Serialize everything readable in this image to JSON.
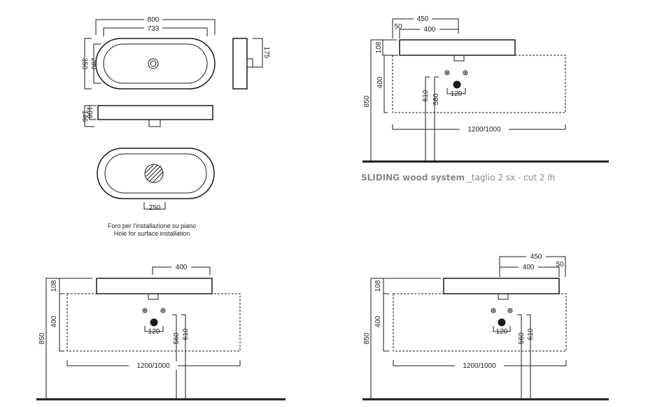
{
  "colors": {
    "ink": "#1a1a1a",
    "caption": "#888888"
  },
  "top_view": {
    "overall_length": "800",
    "inner_length": "733",
    "overall_depth": "350",
    "inner_depth": "280"
  },
  "side_view": {
    "height": "175"
  },
  "front_view": {
    "total_height": "146",
    "body_height": "108"
  },
  "hole_view": {
    "hole_width": "250",
    "note_line1": "Foro per l'installazione su piano",
    "note_line2": "Hole for surface installation"
  },
  "config_right": {
    "top_total": "450",
    "offset": "50",
    "top_width": "400",
    "top_height": "108",
    "cabinet_height": "400",
    "floor_height": "850",
    "pipe1": "610",
    "pipe2": "560",
    "pipe_spacing": "120",
    "cabinet_width": "1200/1000"
  },
  "caption": {
    "bold": "SLIDING wood system",
    "rest": " _taglio 2 sx - cut 2 lh"
  },
  "config_center": {
    "top_width": "400",
    "top_height": "108",
    "cabinet_height": "400",
    "floor_height": "850",
    "pipe1": "560",
    "pipe2": "610",
    "pipe_spacing": "120",
    "cabinet_width": "1200/1000"
  },
  "config_left": {
    "top_total": "450",
    "top_width": "400",
    "offset": "50",
    "top_height": "108",
    "cabinet_height": "400",
    "floor_height": "850",
    "pipe1": "560",
    "pipe2": "610",
    "pipe_spacing": "120",
    "cabinet_width": "1200/1000"
  }
}
